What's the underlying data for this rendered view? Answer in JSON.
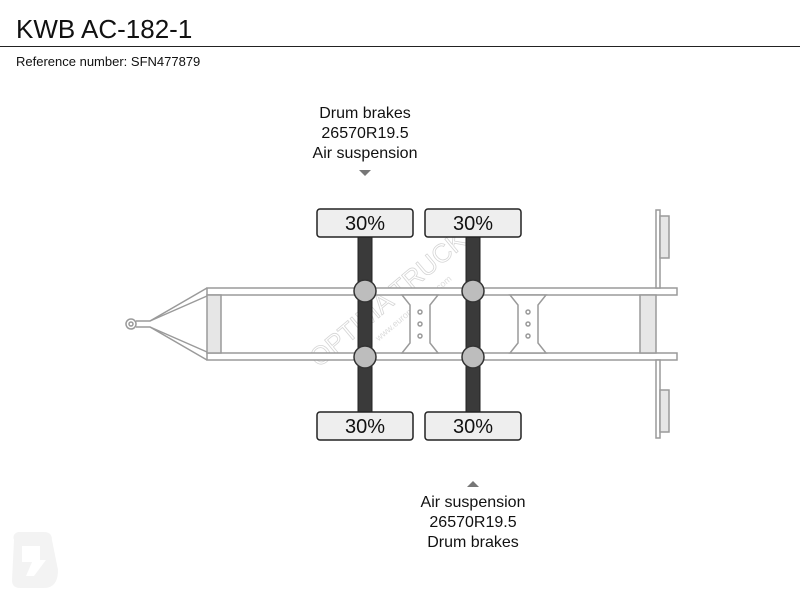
{
  "header": {
    "title": "KWB AC-182-1",
    "reference": "Reference number: SFN477879"
  },
  "axle_top_note": {
    "brakes": "Drum brakes",
    "tyres": "26570R19.5",
    "suspension": "Air suspension"
  },
  "axle_bottom_note": {
    "suspension": "Air suspension",
    "tyres": "26570R19.5",
    "brakes": "Drum brakes"
  },
  "tyre_wear": {
    "axle_1_top": "30%",
    "axle_2_top": "30%",
    "axle_1_bottom": "30%",
    "axle_2_bottom": "30%"
  },
  "watermark": {
    "text": "OPTIMA TRUCKS",
    "subtext": "www.europe-trucks.com"
  },
  "colors": {
    "frame_stroke": "#9a9a9a",
    "axle_fill": "#3a3a3a",
    "hub_fill": "#bdbdbd",
    "tyre_fill": "#eeeeee",
    "arrow": "#777777"
  }
}
